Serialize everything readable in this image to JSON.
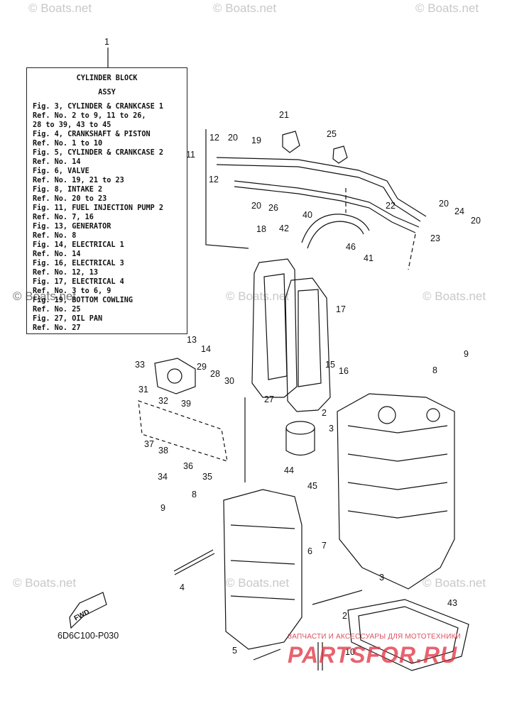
{
  "watermarks": [
    "© Boats.net",
    "© Boats.net",
    "© Boats.net",
    "© Boats.net",
    "© Boats.net",
    "© Boats.net",
    "© Boats.net",
    "© Boats.net",
    "© Boats.net"
  ],
  "legend": {
    "callout": "1",
    "title": "CYLINDER BLOCK",
    "subtitle": "ASSY",
    "lines": [
      "Fig. 3, CYLINDER & CRANKCASE 1",
      "     Ref. No. 2 to 9, 11 to 26,",
      "       28 to 39, 43 to 45",
      "Fig. 4, CRANKSHAFT & PISTON",
      "     Ref. No. 1 to 10",
      "Fig. 5, CYLINDER & CRANKCASE 2",
      "     Ref. No. 14",
      "Fig. 6, VALVE",
      "     Ref. No. 19, 21 to 23",
      "Fig. 8, INTAKE 2",
      "     Ref. No. 20 to 23",
      "Fig. 11, FUEL INJECTION PUMP 2",
      "     Ref. No. 7, 16",
      "Fig. 13, GENERATOR",
      "     Ref. No. 8",
      "Fig. 14, ELECTRICAL 1",
      "     Ref. No. 14",
      "Fig. 16, ELECTRICAL 3",
      "     Ref. No. 12, 13",
      "Fig. 17, ELECTRICAL 4",
      "     Ref. No. 3 to 6, 9",
      "Fig. 19, BOTTOM COWLING",
      "     Ref. No. 25",
      "Fig. 27, OIL PAN",
      "     Ref. No. 27"
    ]
  },
  "callouts": [
    "21",
    "12",
    "20",
    "19",
    "25",
    "11",
    "12",
    "20",
    "26",
    "40",
    "22",
    "20",
    "24",
    "20",
    "18",
    "42",
    "46",
    "23",
    "41",
    "17",
    "13",
    "14",
    "15",
    "16",
    "33",
    "29",
    "28",
    "30",
    "31",
    "27",
    "32",
    "39",
    "9",
    "8",
    "37",
    "38",
    "36",
    "35",
    "34",
    "2",
    "3",
    "44",
    "45",
    "8",
    "9",
    "6",
    "7",
    "4",
    "3",
    "2",
    "43",
    "5",
    "10"
  ],
  "fwd_label": "FWD",
  "diagram_code": "6D6C100-P030",
  "brand_text": "ЗАПЧАСТИ И АКСЕССУАРЫ ДЛЯ МОТОТЕХНИКИ",
  "brand_logo": "PARTSFOR.RU"
}
